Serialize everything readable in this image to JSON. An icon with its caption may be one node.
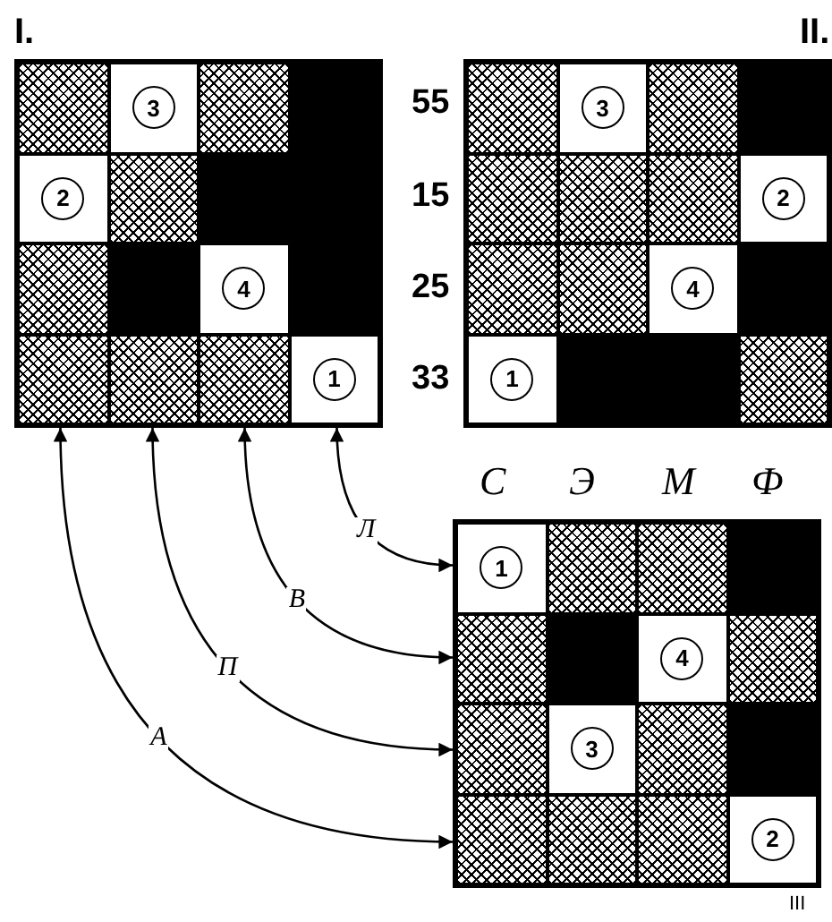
{
  "diagram": {
    "nodes": [
      {
        "text": [
          "I."
        ]
      },
      {
        "text": [
          "3"
        ],
        "in": 0
      },
      {
        "text": [
          "2"
        ],
        "in": 0
      },
      {
        "text": [
          "4"
        ],
        "in": 0
      },
      {
        "text": [
          "1"
        ],
        "in": 0
      },
      {
        "text": [
          "II."
        ]
      },
      {
        "text": [
          "3"
        ],
        "in": 5
      },
      {
        "text": [
          "2"
        ],
        "in": 5
      },
      {
        "text": [
          "4"
        ],
        "in": 5
      },
      {
        "text": [
          "1"
        ],
        "in": 5
      },
      {
        "text": [
          "III"
        ]
      },
      {
        "text": [
          "1"
        ],
        "in": 10
      },
      {
        "text": [
          "4"
        ],
        "in": 10
      },
      {
        "text": [
          "3"
        ],
        "in": 10
      },
      {
        "text": [
          "2"
        ],
        "in": 10
      }
    ],
    "edges": [
      {
        "from": 0,
        "to": 10,
        "arrow": "both",
        "label": "Л"
      },
      {
        "from": 0,
        "to": 10,
        "arrow": "both",
        "label": "В"
      },
      {
        "from": 0,
        "to": 10,
        "arrow": "both",
        "label": "П"
      },
      {
        "from": 0,
        "to": 10,
        "arrow": "both",
        "label": "А"
      }
    ],
    "labels": [
      "55",
      "15",
      "25",
      "33",
      "С",
      "Э",
      "М",
      "Ф"
    ]
  }
}
